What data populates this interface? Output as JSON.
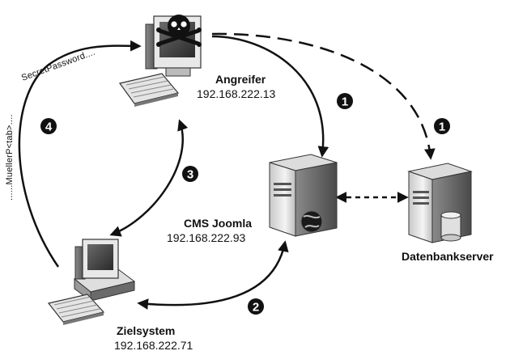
{
  "nodes": {
    "attacker": {
      "title": "Angreifer",
      "ip": "192.168.222.13"
    },
    "cms": {
      "title": "CMS Joomla",
      "ip": "192.168.222.93"
    },
    "db": {
      "title": "Datenbankserver"
    },
    "target": {
      "title": "Zielsystem",
      "ip": "192.168.222.71"
    }
  },
  "steps": {
    "one_a": "1",
    "one_b": "1",
    "two": "2",
    "three": "3",
    "four": "4"
  },
  "captured_text": {
    "password": "SecretPassword....",
    "user": "......MuellerP<tab>...."
  }
}
